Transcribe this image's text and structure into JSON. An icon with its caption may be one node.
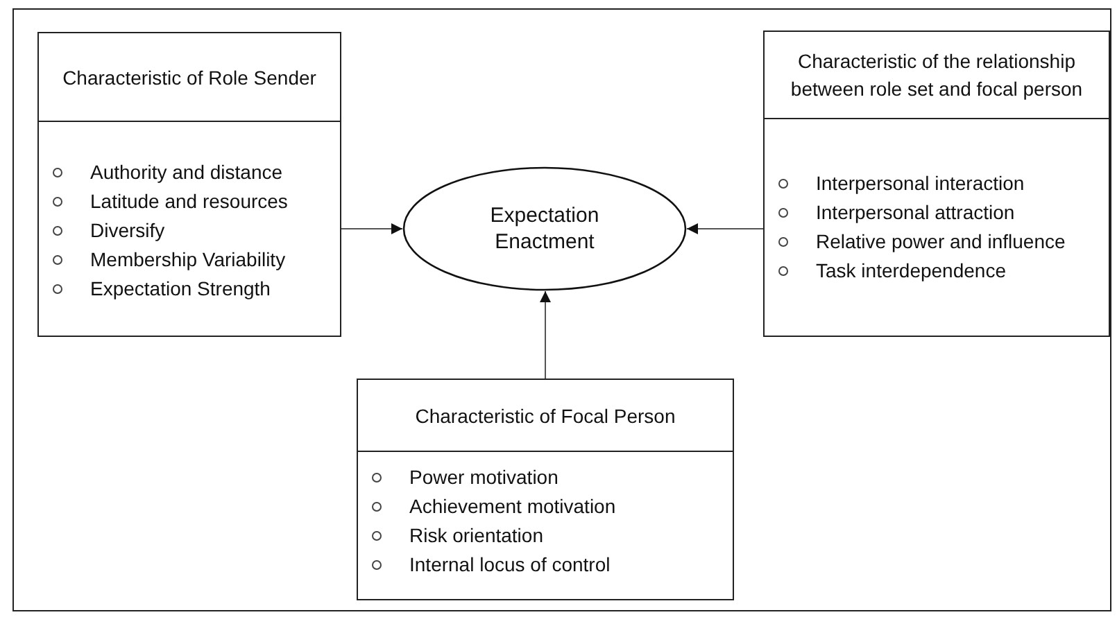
{
  "diagram": {
    "nodes": [
      {
        "text": [
          "Characteristic of Role Sender",
          "Authority and distance",
          "Latitude and resources",
          "Diversify",
          "Membership Variability",
          "Expectation Strength"
        ]
      },
      {
        "text": [
          "Expectation Enactment"
        ]
      },
      {
        "text": [
          "Characteristic of the relationship between role set and focal person",
          "Interpersonal interaction",
          "Interpersonal attraction",
          "Relative power and influence",
          "Task interdependence"
        ]
      },
      {
        "text": [
          "Characteristic of Focal Person",
          "Power motivation",
          "Achievement motivation",
          "Risk orientation",
          "Internal locus of control"
        ]
      }
    ],
    "edges": [
      {
        "from": 0,
        "to": 1,
        "arrow": "to"
      },
      {
        "from": 2,
        "to": 1,
        "arrow": "to"
      },
      {
        "from": 3,
        "to": 1,
        "arrow": "to"
      }
    ]
  }
}
